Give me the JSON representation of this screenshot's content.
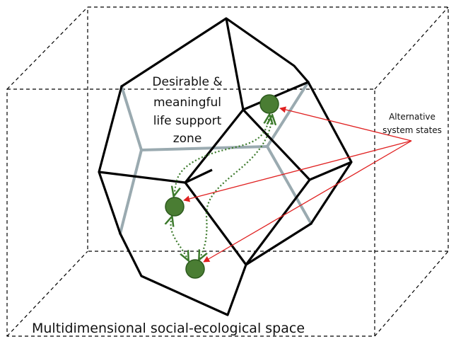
{
  "zone_label": {
    "line1": "Desirable &",
    "line2": "meaningful",
    "line3": "life support",
    "line4": "zone"
  },
  "states_label": {
    "line1": "Alternative",
    "line2": "system states"
  },
  "space_label": "Multidimensional social-ecological space",
  "colors": {
    "outline": "#000000",
    "hidden_edge": "#9aaab0",
    "state_fill": "#4a7d33",
    "state_stroke": "#2d5a1e",
    "pointer": "#e02020",
    "pathway": "#3c7a2c"
  }
}
